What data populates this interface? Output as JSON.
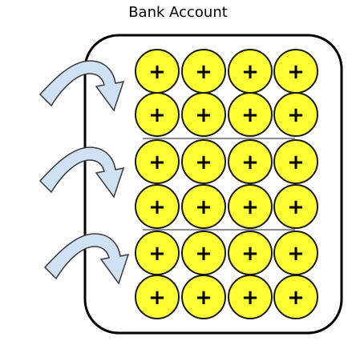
{
  "title": "Bank Account",
  "coin_symbol": "+",
  "grid": {
    "rows": 6,
    "columns": 4,
    "dividers_after_rows": [
      2,
      4
    ]
  },
  "arrow_count": 3,
  "colors": {
    "coin_fill": "#ffff33",
    "coin_stroke": "#1a1a1a",
    "box_stroke": "#000000",
    "arrow_fill": "#cfe2f3",
    "arrow_stroke": "#3a3a3a",
    "divider": "#666666"
  }
}
